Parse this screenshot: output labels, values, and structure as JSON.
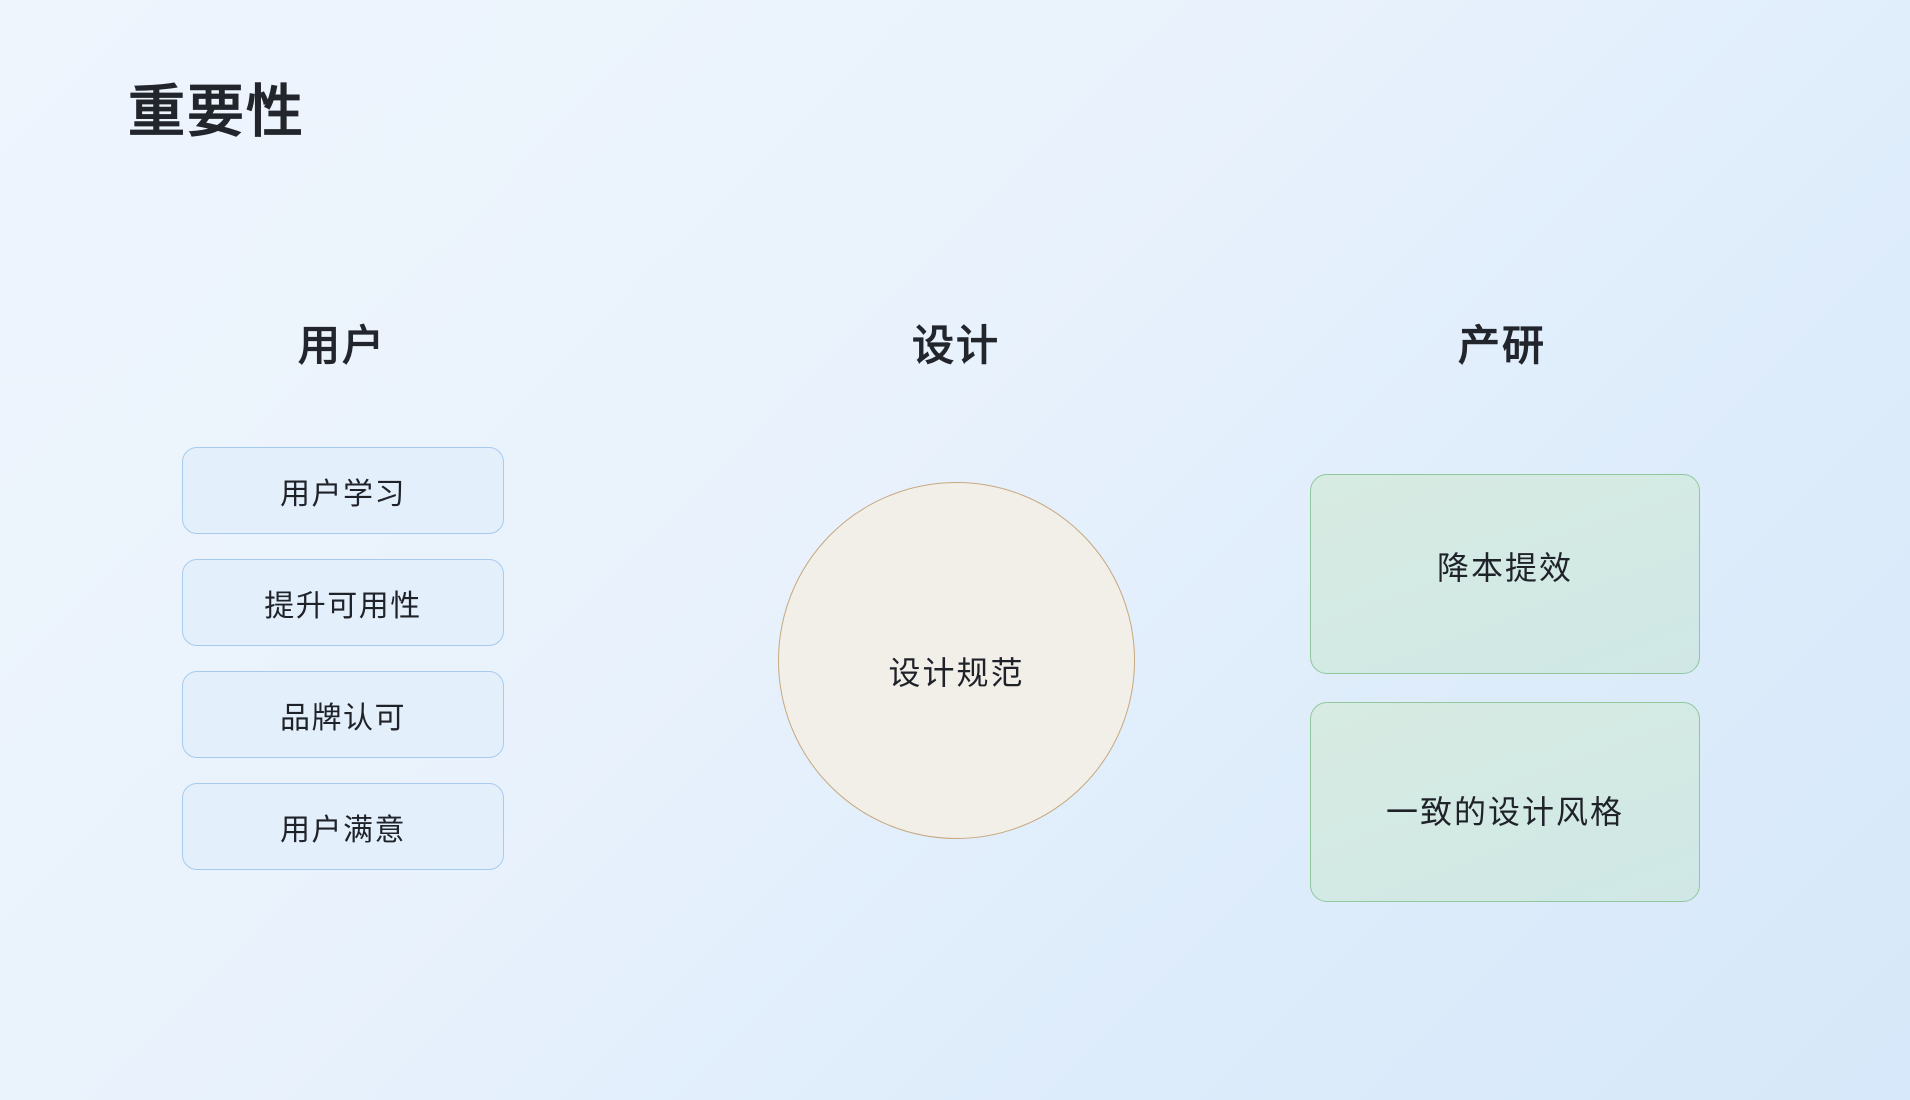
{
  "slide": {
    "title": "重要性",
    "background": {
      "from": "#eff5fd",
      "to": "#d6e8f9"
    }
  },
  "columns": {
    "users": {
      "header": "用户",
      "accent_border": "#a6cbee",
      "accent_fill": "#e4effc",
      "items": [
        {
          "label": "用户学习"
        },
        {
          "label": "提升可用性"
        },
        {
          "label": "品牌认可"
        },
        {
          "label": "用户满意"
        }
      ]
    },
    "design": {
      "header": "设计",
      "accent_border": "#c6a87e",
      "accent_fill": "#f2efe9",
      "circle": {
        "label": "设计规范"
      }
    },
    "rnd": {
      "header": "产研",
      "accent_border": "#90c89b",
      "accent_fill": "#d5eae3",
      "items": [
        {
          "label": "降本提效"
        },
        {
          "label": "一致的设计风格"
        }
      ]
    }
  }
}
